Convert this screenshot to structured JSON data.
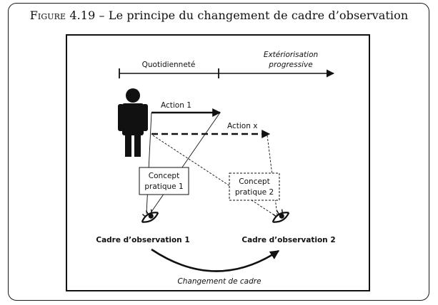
{
  "caption": {
    "figure_label": "Figure 4.19",
    "separator": "–",
    "title": "Le principe du changement de cadre d’observation"
  },
  "diagram": {
    "timeline": {
      "segment_1": "Quotidienneté",
      "segment_2_line1": "Extériorisation",
      "segment_2_line2": "progressive"
    },
    "actions": {
      "action_1": "Action 1",
      "action_x": "Action x"
    },
    "concepts": {
      "concept_1_line1": "Concept",
      "concept_1_line2": "pratique 1",
      "concept_2_line1": "Concept",
      "concept_2_line2": "pratique 2"
    },
    "frames": {
      "frame_1": "Cadre d’observation 1",
      "frame_2": "Cadre d’observation 2",
      "change": "Changement de cadre"
    }
  }
}
